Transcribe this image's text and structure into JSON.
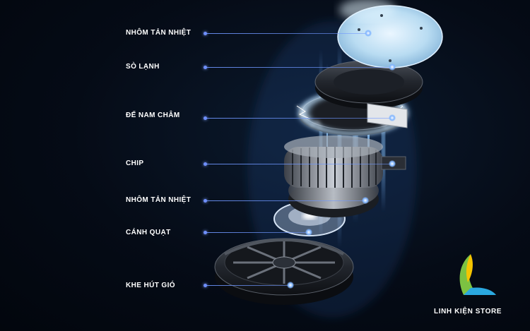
{
  "labels": {
    "heatsink_top": "NHÔM TẢN NHIỆT",
    "cold_plate": "SÒ LẠNH",
    "magnet_base": "ĐẾ NAM CHÂM",
    "chip": "CHIP",
    "heatsink_bottom": "NHÔM TẢN NHIỆT",
    "fan_blade": "CÁNH QUẠT",
    "air_intake": "KHE HÚT GIÓ"
  },
  "brand": {
    "store_name": "LINH KIỆN STORE",
    "logo_colors": [
      "#f5c400",
      "#7cc242",
      "#2aa8e0"
    ]
  },
  "colors": {
    "background": "#050b16",
    "leader_line": "#6f8fff",
    "glow": "#7fb4ff"
  }
}
